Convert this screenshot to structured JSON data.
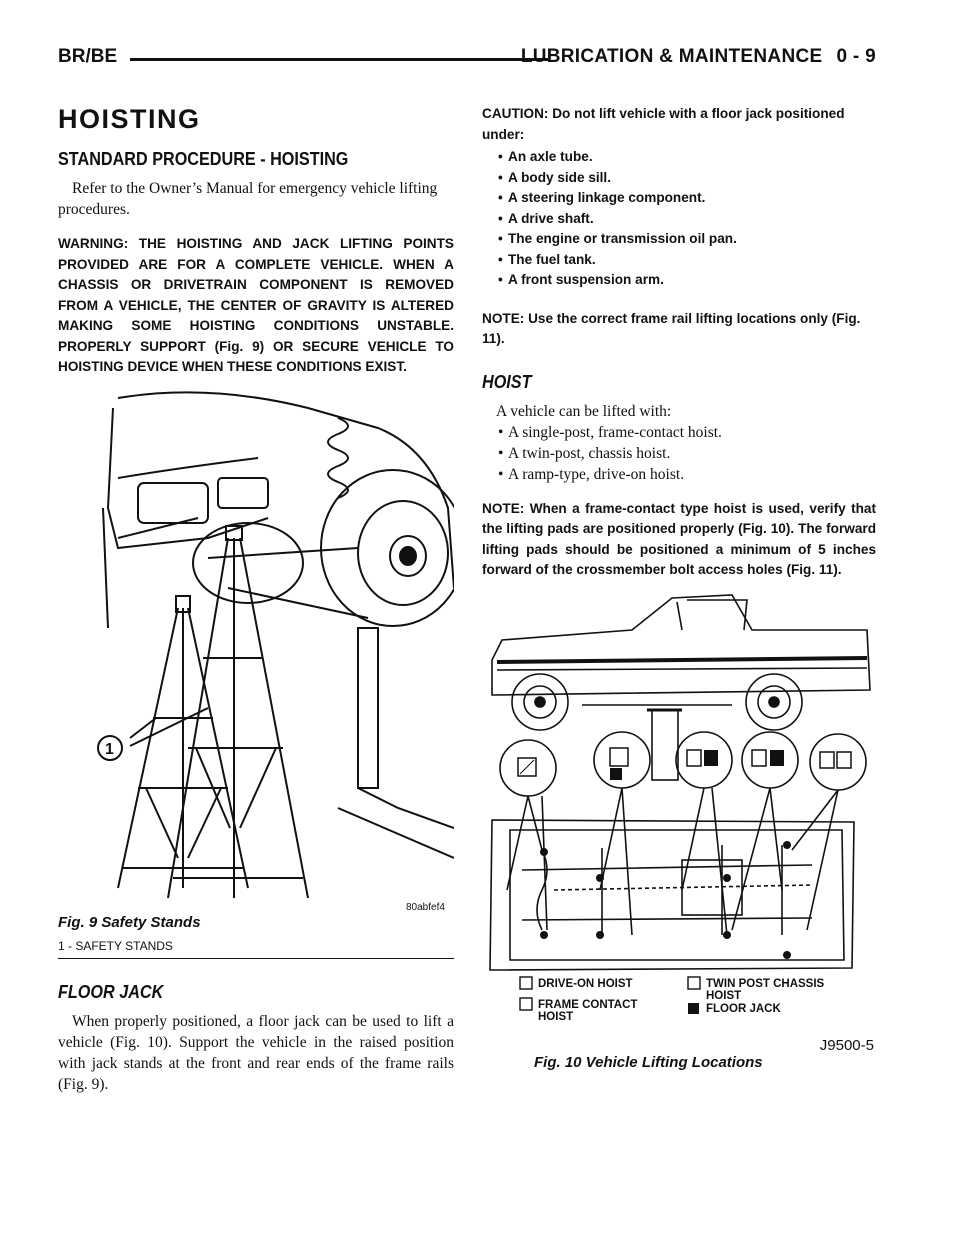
{
  "header": {
    "model": "BR/BE",
    "section": "LUBRICATION & MAINTENANCE",
    "page": "0 - 9"
  },
  "left": {
    "title": "HOISTING",
    "std_heading": "STANDARD PROCEDURE - HOISTING",
    "std_para": "Refer to the Owner’s Manual for emergency vehicle lifting procedures.",
    "warning": "WARNING: THE HOISTING AND JACK LIFTING POINTS PROVIDED ARE FOR A COMPLETE VEHICLE. WHEN A CHASSIS OR DRIVETRAIN COMPONENT IS REMOVED FROM A VEHICLE, THE CENTER OF GRAVITY IS ALTERED MAKING SOME HOISTING CONDITIONS UNSTABLE. PROPERLY SUPPORT (Fig. 9) OR SECURE VEHICLE TO HOISTING DEVICE WHEN THESE CONDITIONS EXIST.",
    "floor_heading": "FLOOR JACK",
    "floor_para": "When properly positioned, a floor jack can be used to lift a vehicle (Fig. 10). Support the vehicle in the raised position with jack stands at the front and rear ends of the frame rails (Fig. 9)."
  },
  "fig9": {
    "callout": "1",
    "code": "80abfef4",
    "caption": "Fig. 9 Safety Stands",
    "legend": "1 - SAFETY STANDS"
  },
  "right": {
    "caution_intro": "CAUTION: Do not lift vehicle with a floor jack positioned under:",
    "caution_items": [
      "An axle tube.",
      "A body side sill.",
      "A steering linkage component.",
      "A drive shaft.",
      "The engine or transmission oil pan.",
      "The fuel tank.",
      "A front suspension arm."
    ],
    "note1": "NOTE: Use the correct frame rail lifting locations only (Fig. 11).",
    "hoist_heading": "HOIST",
    "hoist_intro": "A vehicle can be lifted with:",
    "hoist_items": [
      "A single-post, frame-contact hoist.",
      "A twin-post, chassis hoist.",
      "A ramp-type, drive-on hoist."
    ],
    "note2": "NOTE: When a frame-contact type hoist is used, verify that the lifting pads are positioned properly (Fig. 10). The forward lifting pads should be positioned a minimum of 5 inches forward of the crossmember bolt access holes (Fig. 11)."
  },
  "fig10": {
    "legend": {
      "drive_on": "DRIVE-ON HOIST",
      "frame_contact_1": "FRAME CONTACT",
      "frame_contact_2": "HOIST",
      "twin_post_1": "TWIN POST CHASSIS",
      "twin_post_2": "HOIST",
      "floor_jack": "FLOOR JACK"
    },
    "code": "J9500-5",
    "caption": "Fig. 10 Vehicle Lifting Locations"
  }
}
